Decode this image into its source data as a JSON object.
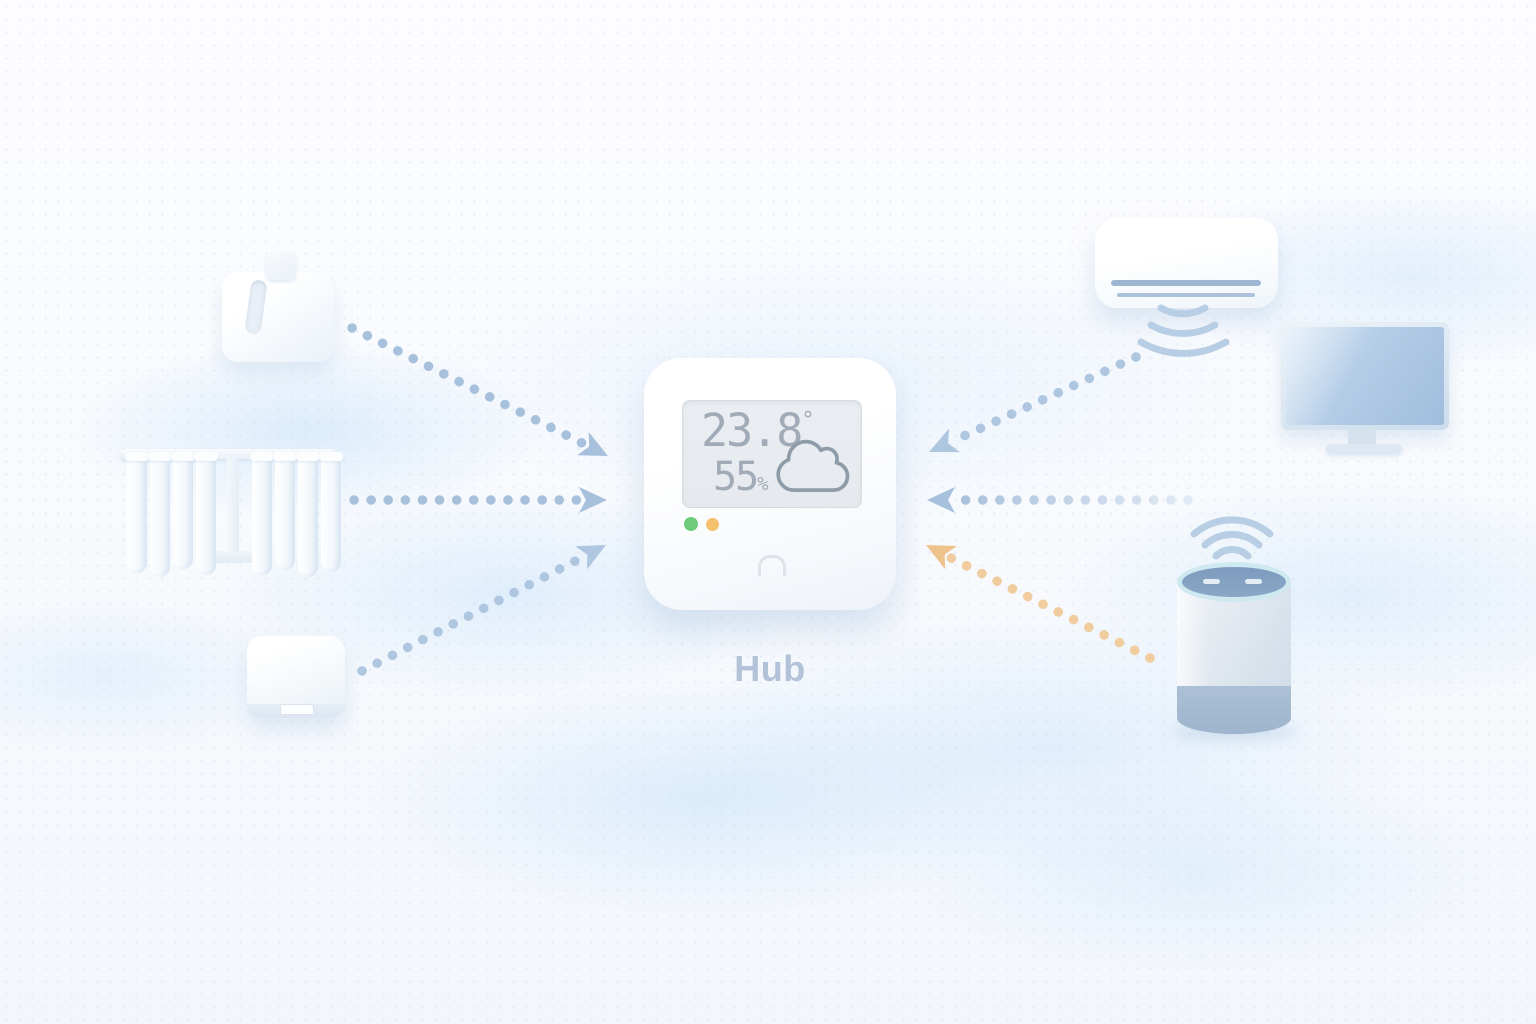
{
  "title": "Hub",
  "hub": {
    "label": "Hub",
    "display": {
      "temperature": "23.8",
      "degree": "°",
      "humidity": "55",
      "percent": "%",
      "weather_icon": "cloud-icon"
    },
    "leds": {
      "green": "#6fcb7c",
      "amber": "#f4c06e"
    }
  },
  "devices": {
    "left": [
      "smart-box-module",
      "smart-curtains",
      "smart-gateway-module"
    ],
    "right": [
      "air-conditioner",
      "television",
      "smart-speaker"
    ]
  },
  "connections": [
    {
      "from": "smart-box-module",
      "to": "hub"
    },
    {
      "from": "smart-curtains",
      "to": "hub"
    },
    {
      "from": "smart-gateway-module",
      "to": "hub"
    },
    {
      "from": "air-conditioner",
      "to": "hub"
    },
    {
      "from": "television",
      "to": "hub"
    },
    {
      "from": "smart-speaker",
      "to": "hub"
    }
  ],
  "colors": {
    "arrow_blue": "#a7c0dc",
    "arrow_blue_soft": "#aec6e0",
    "arrow_orange": "#f0cc9e",
    "arrow_orange_head": "#eec28c",
    "wifi_wave": "#b7cee5",
    "lcd_ink": "#9aa5b1"
  }
}
